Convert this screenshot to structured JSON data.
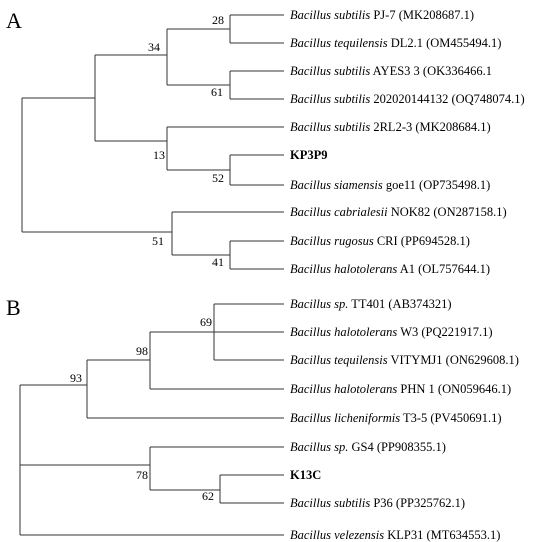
{
  "panels": [
    {
      "label": "A",
      "taxa": [
        {
          "genus_species": "Bacillus subtilis",
          "strain": "PJ-7 (MK208687.1)",
          "bold": false
        },
        {
          "genus_species": "Bacillus tequilensis",
          "strain": "DL2.1 (OM455494.1)",
          "bold": false
        },
        {
          "genus_species": "Bacillus subtilis",
          "strain": "AYES3 3 (OK336466.1",
          "bold": false
        },
        {
          "genus_species": "Bacillus subtilis",
          "strain": "202020144132 (OQ748074.1)",
          "bold": false
        },
        {
          "genus_species": "Bacillus subtilis",
          "strain": "2RL2-3 (MK208684.1)",
          "bold": false
        },
        {
          "genus_species": "",
          "strain": "KP3P9",
          "bold": true
        },
        {
          "genus_species": "Bacillus siamensis",
          "strain": "goe11 (OP735498.1)",
          "bold": false
        },
        {
          "genus_species": "Bacillus cabrialesii",
          "strain": "NOK82 (ON287158.1)",
          "bold": false
        },
        {
          "genus_species": "Bacillus rugosus",
          "strain": "CRI (PP694528.1)",
          "bold": false
        },
        {
          "genus_species": "Bacillus halotolerans",
          "strain": "A1 (OL757644.1)",
          "bold": false
        }
      ],
      "bootstrap": [
        "28",
        "34",
        "61",
        "13",
        "52",
        "51",
        "41"
      ]
    },
    {
      "label": "B",
      "taxa": [
        {
          "genus_species": "Bacillus sp.",
          "strain": "TT401 (AB374321)",
          "bold": false
        },
        {
          "genus_species": "Bacillus halotolerans",
          "strain": "W3 (PQ221917.1)",
          "bold": false
        },
        {
          "genus_species": "Bacillus tequilensis",
          "strain": "VITYMJ1 (ON629608.1)",
          "bold": false
        },
        {
          "genus_species": "Bacillus halotolerans",
          "strain": "PHN 1 (ON059646.1)",
          "bold": false
        },
        {
          "genus_species": "Bacillus licheniformis",
          "strain": "T3-5 (PV450691.1)",
          "bold": false
        },
        {
          "genus_species": "Bacillus sp.",
          "strain": "GS4 (PP908355.1)",
          "bold": false
        },
        {
          "genus_species": "",
          "strain": "K13C",
          "bold": true
        },
        {
          "genus_species": "Bacillus subtilis",
          "strain": "P36 (PP325762.1)",
          "bold": false
        },
        {
          "genus_species": "Bacillus velezensis",
          "strain": "KLP31 (MT634553.1)",
          "bold": false
        }
      ],
      "bootstrap": [
        "69",
        "98",
        "93",
        "78",
        "62"
      ]
    }
  ]
}
